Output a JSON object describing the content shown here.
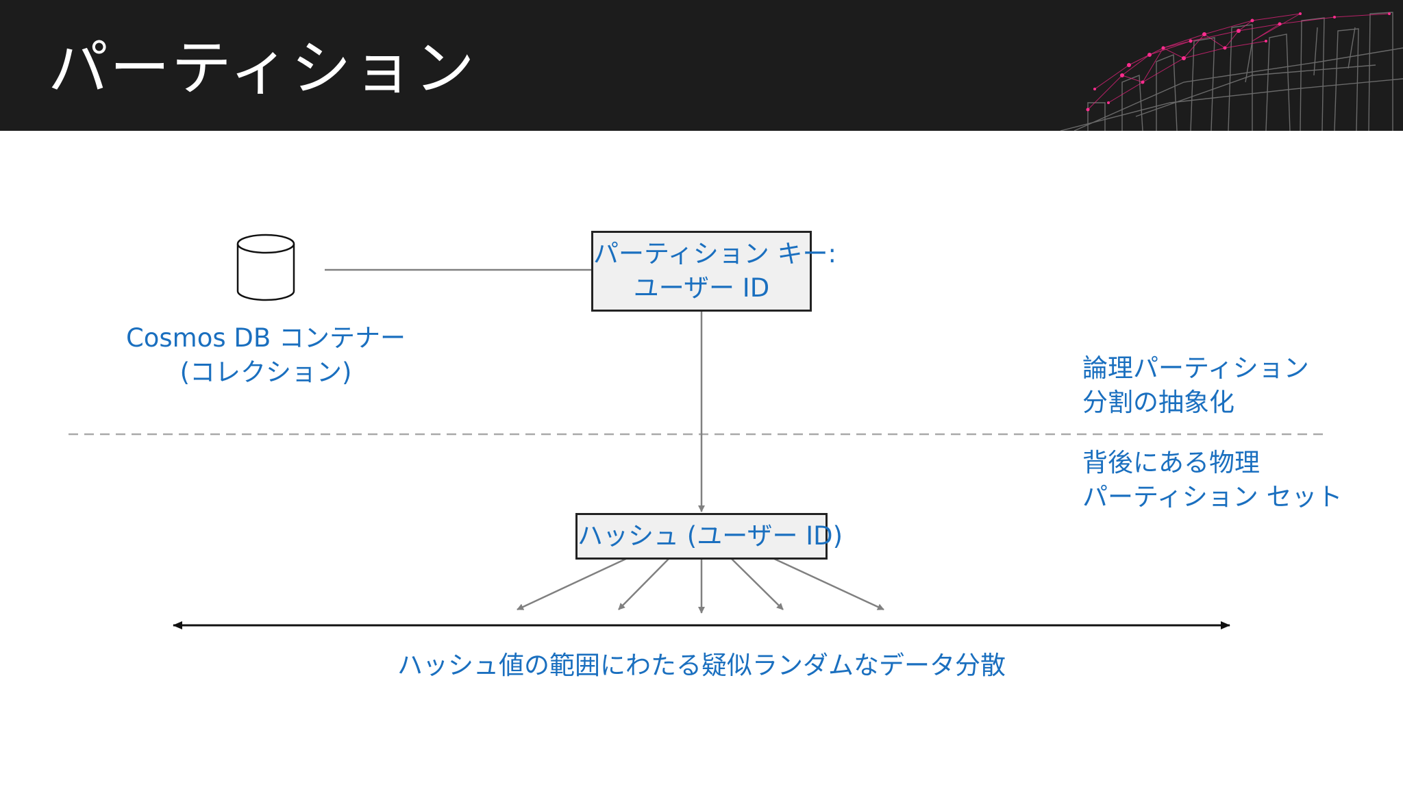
{
  "header": {
    "title": "パーティション"
  },
  "diagram": {
    "container_label_line1": "Cosmos DB コンテナー",
    "container_label_line2": "(コレクション)",
    "partition_key_line1": "パーティション キー:",
    "partition_key_line2": "ユーザー ID",
    "logical_label_line1": "論理パーティション",
    "logical_label_line2": "分割の抽象化",
    "physical_label_line1": "背後にある物理",
    "physical_label_line2": "パーティション セット",
    "hash_label": "ハッシュ (ユーザー ID)",
    "distribution_label": "ハッシュ値の範囲にわたる疑似ランダムなデータ分散"
  },
  "colors": {
    "header_bg": "#1c1c1c",
    "accent_text": "#1a6fbf",
    "box_fill": "#f0f0f0",
    "line": "#808080",
    "network_accent": "#e0237a"
  },
  "icons": [
    "database-cylinder-icon"
  ]
}
